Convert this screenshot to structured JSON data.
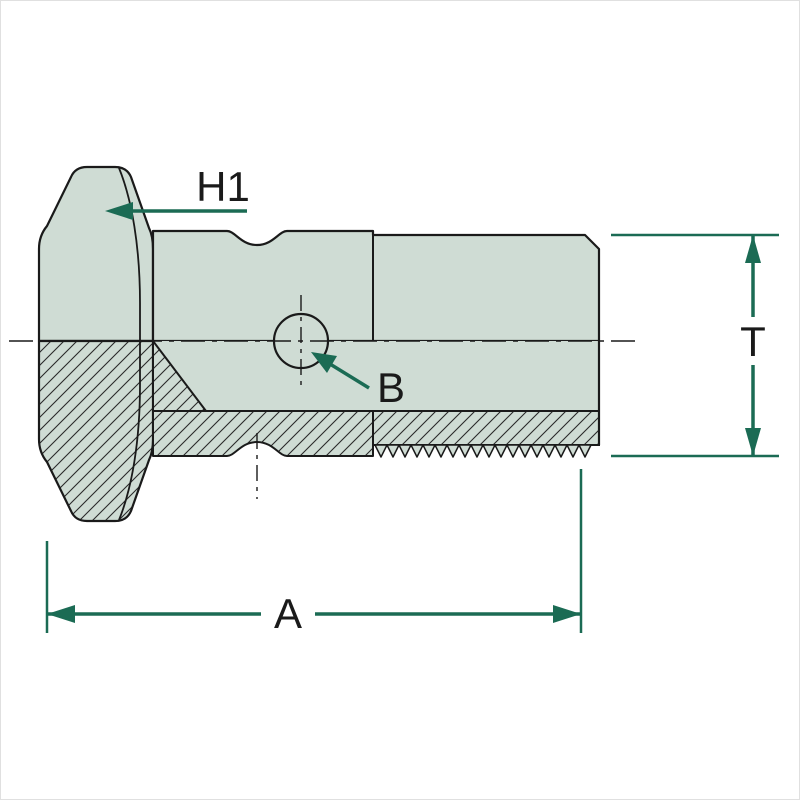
{
  "drawing": {
    "labels": {
      "h1": "H1",
      "b": "B",
      "a": "A",
      "t": "T"
    },
    "colors": {
      "body_fill": "#cfdcd4",
      "accent_green": "#1b6b54",
      "outline": "#1a1a1a",
      "background": "#ffffff"
    }
  }
}
